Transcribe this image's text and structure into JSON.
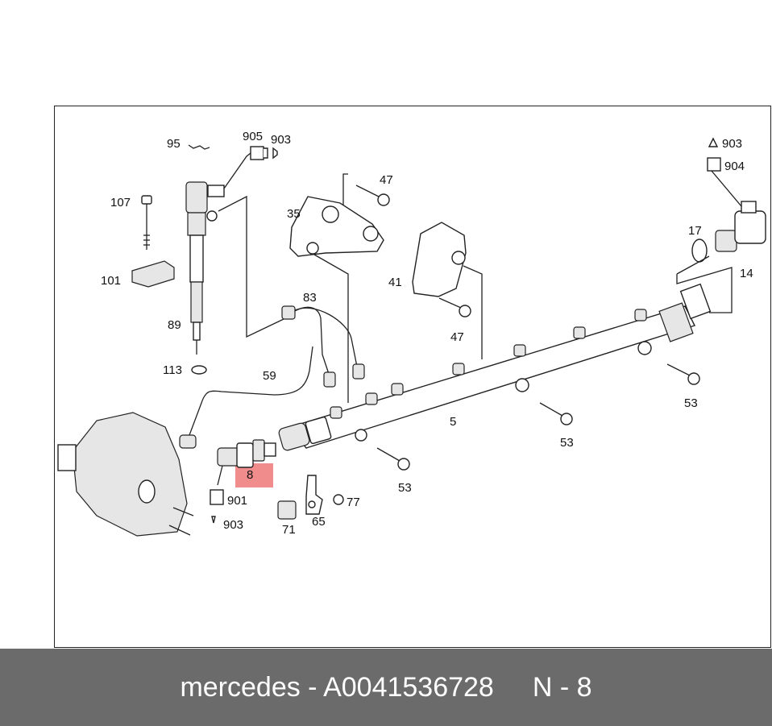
{
  "diagram": {
    "labels": {
      "p95": "95",
      "p905": "905",
      "p903a": "903",
      "p107": "107",
      "p101": "101",
      "p89": "89",
      "p113": "113",
      "p35": "35",
      "p47a": "47",
      "p83": "83",
      "p41": "41",
      "p47b": "47",
      "p59": "59",
      "p5": "5",
      "p53a": "53",
      "p53b": "53",
      "p53c": "53",
      "p903b": "903",
      "p904": "904",
      "p17": "17",
      "p14": "14",
      "p8": "8",
      "p901": "901",
      "p903c": "903",
      "p71": "71",
      "p65": "65",
      "p77": "77"
    },
    "highlight_color": "#f08c8c"
  },
  "footer": {
    "brand": "mercedes - A0041536728",
    "ref": "N - 8"
  }
}
